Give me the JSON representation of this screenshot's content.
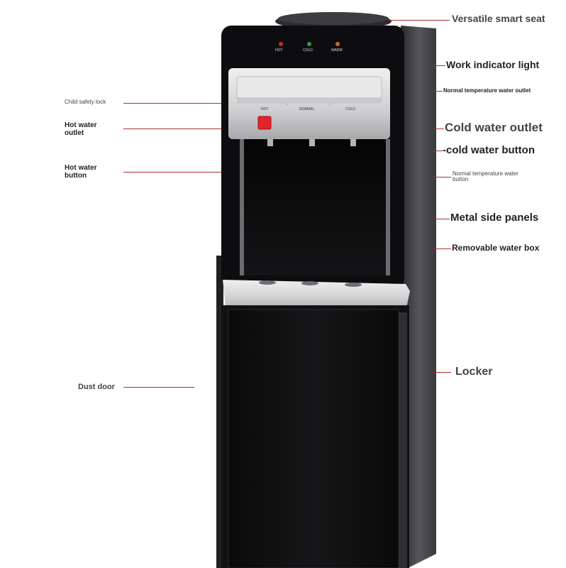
{
  "panel": {
    "indicator_hot": "HOT",
    "indicator_cold": "COLD",
    "indicator_warm": "WARM",
    "button_hot": "HOT",
    "button_normal": "NORMAL",
    "button_cold": "COLD"
  },
  "labels": {
    "versatile_smart_seat": "Versatile smart seat",
    "work_indicator_light": "Work indicator light",
    "normal_temp_outlet": "Normal temperature water outlet",
    "cold_water_outlet": "Cold water outlet",
    "cold_water_button": "-cold water button",
    "normal_temp_button_l1": "Normal temperature water",
    "normal_temp_button_l2": "button",
    "metal_side_panels": "Metal side panels",
    "removable_water_box": "Removable water box",
    "locker": "Locker",
    "child_safety_lock": "Child safety lock",
    "hot_water_outlet_l1": "Hot water",
    "hot_water_outlet_l2": "outlet",
    "hot_water_button_l1": "Hot water",
    "hot_water_button_l2": "button",
    "dust_door": "Dust door"
  },
  "colors": {
    "leader": "#b03030",
    "body_black": "#0d0d0f",
    "side_grey": "#4a4a4e",
    "panel_silver": "#d8d8d8",
    "hot_button_red": "#e4232b"
  }
}
